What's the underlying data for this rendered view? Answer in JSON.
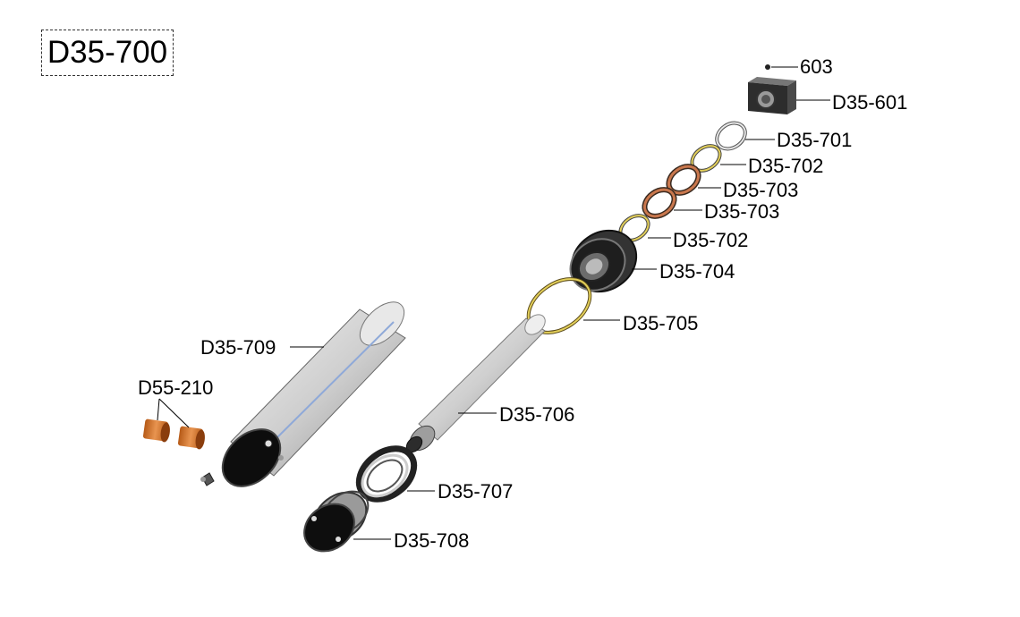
{
  "title": "D35-700",
  "parts": {
    "p603": "603",
    "p601": "D35-601",
    "p701": "D35-701",
    "p702a": "D35-702",
    "p703a": "D35-703",
    "p703b": "D35-703",
    "p702b": "D35-702",
    "p704": "D35-704",
    "p705": "D35-705",
    "p709": "D35-709",
    "p210": "D55-210",
    "p706": "D35-706",
    "p707": "D35-707",
    "p708": "D35-708"
  },
  "colors": {
    "copper": "#d97a2b",
    "oring_yellow": "#e3cf5a",
    "seal_brown": "#c9774d",
    "steel_dark": "#2a2a2a",
    "steel_light": "#d9d9d9"
  }
}
